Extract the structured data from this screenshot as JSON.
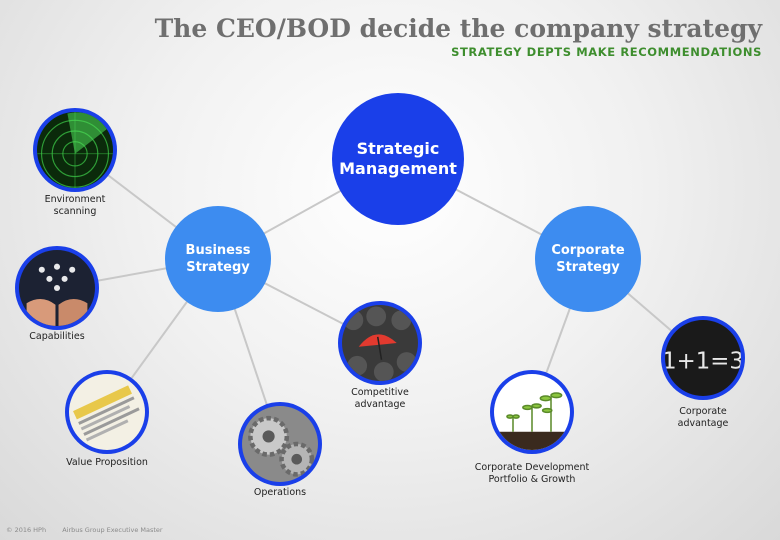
{
  "header": {
    "title": "The CEO/BOD decide the company strategy",
    "subtitle": "STRATEGY DEPTS MAKE RECOMMENDATIONS"
  },
  "hubs": {
    "main": "Strategic\nManagement",
    "business": "Business\nStrategy",
    "corporate": "Corporate\nStrategy"
  },
  "leaves": {
    "environment": "Environment\nscanning",
    "capabilities": "Capabilities",
    "value_proposition": "Value Proposition",
    "operations": "Operations",
    "competitive": "Competitive\nadvantage",
    "corporate_development": "Corporate Development\nPortfolio & Growth",
    "corporate_advantage": "Corporate\nadvantage"
  },
  "leaf_images": {
    "corporate_advantage_formula": "1+1=3"
  },
  "footer": {
    "copyright": "© 2016 HPh",
    "program": "Airbus Group Executive Master"
  },
  "colors": {
    "hub_dark": "#1a3fe9",
    "hub_light": "#3d8cf0",
    "subtitle": "#3e8e2e",
    "title": "#6f6f6f"
  }
}
